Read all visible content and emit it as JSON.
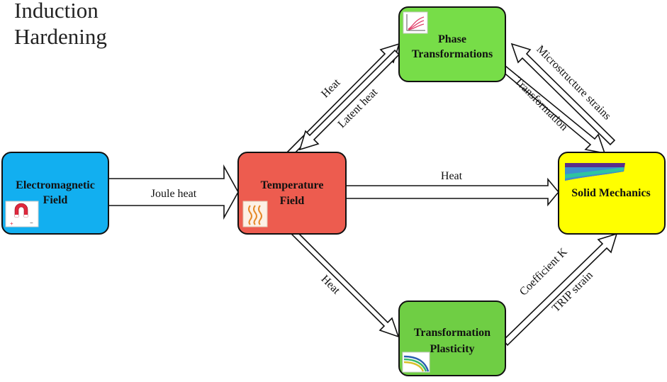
{
  "title": {
    "line1": "Induction",
    "line2": "Hardening"
  },
  "nodes": {
    "electromagnetic": {
      "line1": "Electromagnetic",
      "line2": "Field",
      "color": "#12aff0",
      "icon": "magnet-icon"
    },
    "temperature": {
      "line1": "Temperature",
      "line2": "Field",
      "color": "#ed5c4f",
      "icon": "heat-waves-icon"
    },
    "phase": {
      "line1": "Phase",
      "line2": "Transformations",
      "color": "#77dd48",
      "icon": "phase-curves-chart-icon"
    },
    "solid": {
      "line1": "Solid Mechanics",
      "color": "#ffff00",
      "icon": "deformed-beam-icon"
    },
    "plasticity": {
      "line1": "Transformation",
      "line2": "Plasticity",
      "color": "#6fce44",
      "icon": "bent-layers-icon"
    }
  },
  "edges": {
    "joule_heat": "Joule heat",
    "temp_to_solid_heat": "Heat",
    "temp_to_phase_heat": "Heat",
    "phase_to_temp_latent": "Latent heat",
    "phase_to_solid_transformation": "Transformation",
    "solid_to_phase_microstructure": "Microstructure strains",
    "temp_to_plasticity_heat": "Heat",
    "plasticity_to_solid_coefficient": "Coefficient K",
    "plasticity_to_solid_trip": "TRIP strain"
  }
}
